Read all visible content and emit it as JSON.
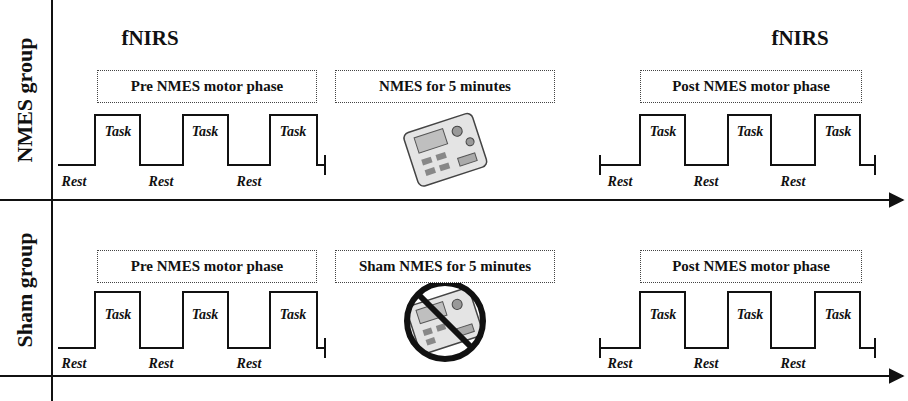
{
  "diagram": {
    "nodes": [
      {
        "text": [
          "Pre NMES motor phase"
        ]
      },
      {
        "text": [
          "NMES for 5 minutes"
        ]
      },
      {
        "text": [
          "Post NMES motor phase"
        ]
      },
      {
        "text": [
          "Pre NMES motor phase"
        ]
      },
      {
        "text": [
          "Sham NMES for 5 minutes"
        ]
      },
      {
        "text": [
          "Post NMES motor phase"
        ]
      }
    ],
    "labels": [
      "NMES group",
      "fNIRS",
      "fNIRS",
      "Task",
      "Task",
      "Task",
      "Rest",
      "Rest",
      "Rest",
      "Task",
      "Task",
      "Task",
      "Rest",
      "Rest",
      "Rest",
      "Sham group",
      "Task",
      "Task",
      "Task",
      "Rest",
      "Rest",
      "Rest",
      "Task",
      "Task",
      "Task",
      "Rest",
      "Rest",
      "Rest"
    ]
  }
}
